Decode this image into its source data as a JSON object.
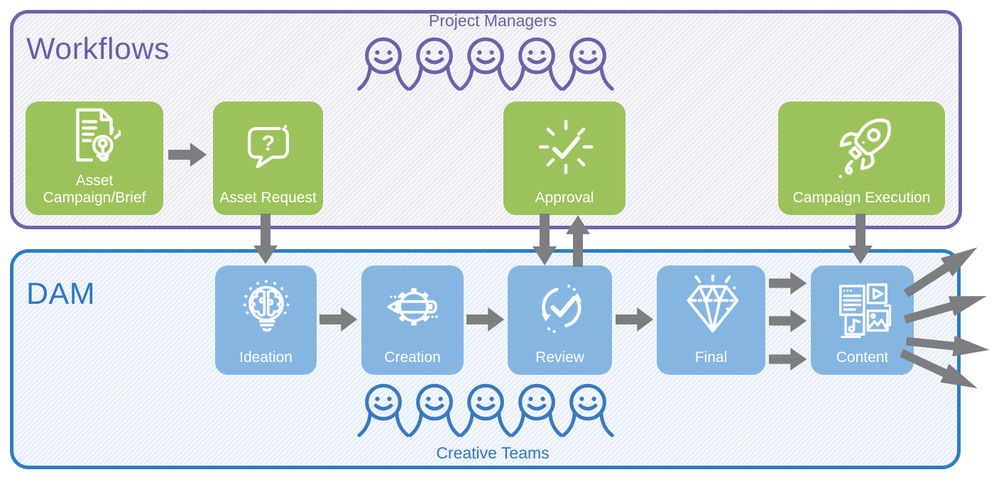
{
  "workflows": {
    "title": "Workflows",
    "team_label": "Project Managers",
    "team_size": 5,
    "steps": [
      {
        "label": "Asset Campaign/Brief",
        "icon": "brief-document-bulb-icon"
      },
      {
        "label": "Asset Request",
        "icon": "question-bubble-icon"
      },
      {
        "label": "Approval",
        "icon": "check-burst-icon"
      },
      {
        "label": "Campaign Execution",
        "icon": "rocket-icon"
      }
    ]
  },
  "dam": {
    "title": "DAM",
    "team_label": "Creative Teams",
    "team_size": 5,
    "steps": [
      {
        "label": "Ideation",
        "icon": "brain-bulb-icon"
      },
      {
        "label": "Creation",
        "icon": "gear-pencil-icon"
      },
      {
        "label": "Review",
        "icon": "cycle-check-icon"
      },
      {
        "label": "Final",
        "icon": "diamond-icon"
      },
      {
        "label": "Content",
        "icon": "media-grid-icon"
      }
    ]
  },
  "icons": {
    "question_mark": "?"
  },
  "colors": {
    "workflows_border": "#6F63AB",
    "workflows_text": "#6A5FA6",
    "workflow_step_bg": "#9CC25B",
    "dam_border": "#2E7DC4",
    "dam_text": "#2F76BE",
    "dam_step_bg": "#85B6E2",
    "arrow_gray": "#7C7E81",
    "step_text": "#FFFFFF"
  }
}
